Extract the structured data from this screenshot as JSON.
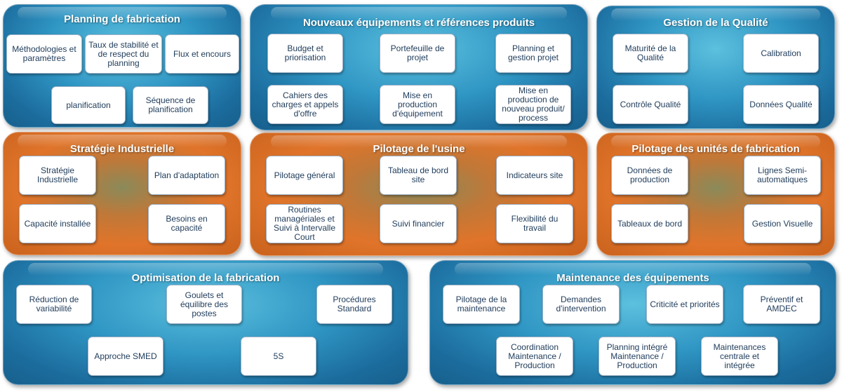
{
  "panels": {
    "planning": {
      "title": "Planning de fabrication",
      "items": [
        "Méthodologies et paramètres",
        "Taux de stabilité et de respect du planning",
        "Flux et encours",
        "planification",
        "Séquence de planification"
      ]
    },
    "nouveaux": {
      "title": "Nouveaux équipements et références produits",
      "items": [
        "Budget et priorisation",
        "Portefeuille de projet",
        "Planning et gestion projet",
        "Cahiers des charges et appels d'offre",
        "Mise en production d'équipement",
        "Mise en production de nouveau produit/ process"
      ]
    },
    "qualite": {
      "title": "Gestion de la Qualité",
      "items": [
        "Maturité de la Qualité",
        "Calibration",
        "Contrôle Qualité",
        "Données Qualité"
      ]
    },
    "strategie": {
      "title": "Stratégie Industrielle",
      "items": [
        "Stratégie Industrielle",
        "Plan d'adaptation",
        "Capacité installée",
        "Besoins en capacité"
      ]
    },
    "pilotage_usine": {
      "title": "Pilotage de l'usine",
      "items": [
        "Pilotage général",
        "Tableau de bord site",
        "Indicateurs site",
        "Routines managériales et Suivi à Intervalle Court",
        "Suivi financier",
        "Flexibilité du travail"
      ]
    },
    "pilotage_unites": {
      "title": "Pilotage des unités de fabrication",
      "items": [
        "Données de production",
        "Lignes Semi-automatiques",
        "Tableaux de bord",
        "Gestion Visuelle"
      ]
    },
    "optimisation": {
      "title": "Optimisation de la fabrication",
      "items": [
        "Réduction de variabilité",
        "Goulets et équilibre des postes",
        "Procédures Standard",
        "Approche SMED",
        "5S"
      ]
    },
    "maintenance": {
      "title": "Maintenance des équipements",
      "items": [
        "Pilotage de la maintenance",
        "Demandes d'intervention",
        "Criticité et priorités",
        "Préventif et AMDEC",
        "Coordination Maintenance / Production",
        "Planning intégré Maintenance / Production",
        "Maintenances centrale et intégrée"
      ]
    }
  }
}
